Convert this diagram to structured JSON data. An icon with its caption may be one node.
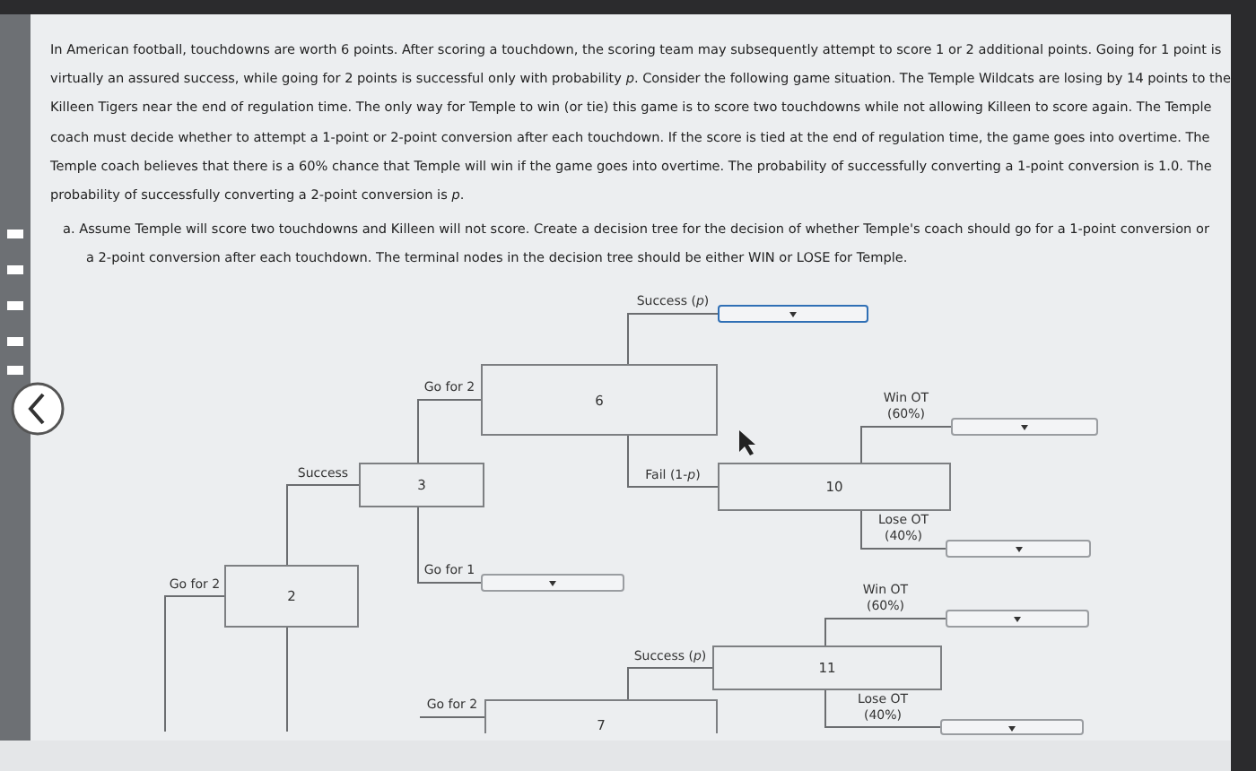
{
  "diagram": {
    "nodes": [
      {
        "text": [],
        "shape": "box"
      },
      {
        "text": [
          "6"
        ]
      },
      {
        "text": [],
        "shape": "box"
      },
      {
        "text": [
          "3"
        ]
      },
      {
        "text": [
          "10"
        ]
      },
      {
        "text": [],
        "shape": "box"
      },
      {
        "text": [
          "2"
        ]
      },
      {
        "text": [],
        "shape": "box"
      },
      {
        "text": [],
        "shape": "box"
      },
      {
        "text": [
          "11"
        ]
      },
      {
        "text": [
          "7"
        ]
      },
      {
        "text": [],
        "shape": "box"
      }
    ],
    "edges": [
      {
        "from": null,
        "to": 6,
        "arrow": "none",
        "label": "Go for 2"
      },
      {
        "from": 6,
        "to": 3,
        "arrow": "none",
        "label": "Success"
      },
      {
        "from": 3,
        "to": 1,
        "arrow": "none",
        "label": "Go for 2"
      },
      {
        "from": 3,
        "to": 7,
        "arrow": "none",
        "label": "Go for 1"
      },
      {
        "from": 1,
        "to": 0,
        "arrow": "none",
        "label": "Success (*p*)"
      },
      {
        "from": 1,
        "to": 4,
        "arrow": "none",
        "label": "Fail (1-*p*)"
      },
      {
        "from": 4,
        "to": 2,
        "arrow": "none",
        "label": "Win OT (60%)"
      },
      {
        "from": 4,
        "to": 5,
        "arrow": "none",
        "label": "Lose OT (40%)"
      },
      {
        "from": 6,
        "to": null,
        "arrow": "none"
      },
      {
        "from": null,
        "to": 10,
        "arrow": "none",
        "label": "Go for 2"
      },
      {
        "from": 10,
        "to": 9,
        "arrow": "none",
        "label": "Success (*p*)"
      },
      {
        "from": 9,
        "to": 8,
        "arrow": "none",
        "label": "Win OT (60%)"
      },
      {
        "from": 9,
        "to": 11,
        "arrow": "none",
        "label": "Lose OT (40%)"
      }
    ],
    "labels": [
      "In American football, touchdowns are worth 6 points. After scoring a touchdown, the scoring team may subsequently attempt to score 1 or 2 additional points. Going for 1 point is virtually an assured success, while going for 2 points is successful only with probability *p*. Consider the following game situation. The Temple Wildcats are losing by 14 points to the Killeen Tigers near the end of regulation time. The only way for Temple to win (or tie) this game is to score two touchdowns while not allowing Killeen to score again. The Temple coach must decide whether to attempt a 1-point or 2-point conversion after each touchdown. If the score is tied at the end of regulation time, the game goes into overtime. The Temple coach believes that there is a 60% chance that Temple will win if the game goes into overtime. The probability of successfully converting a 1-point conversion is 1.0. The probability of successfully converting a 2-point conversion is *p*.",
      "a. Assume Temple will score two touchdowns and Killeen will not score. Create a decision tree for the decision of whether Temple's coach should go for a 1-point conversion or a 2-point conversion after each touchdown. The terminal nodes in the decision tree should be either WIN or LOSE for Temple."
    ]
  }
}
